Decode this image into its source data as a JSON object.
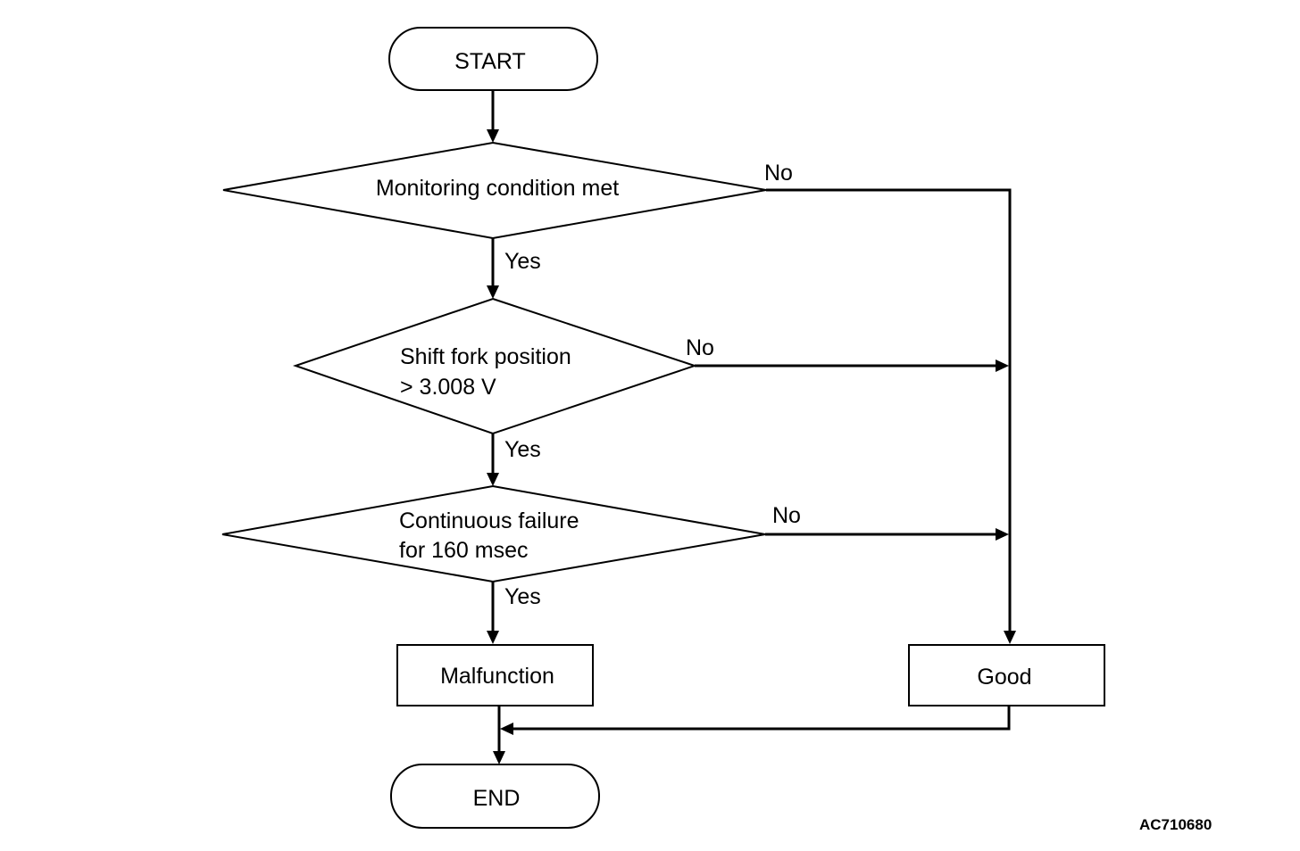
{
  "nodes": {
    "start": {
      "label": "START"
    },
    "monitoring": {
      "label": "Monitoring condition met"
    },
    "shift_fork": {
      "line1": "Shift fork position",
      "line2": "> 3.008 V"
    },
    "continuous": {
      "line1": "Continuous failure",
      "line2": "for 160 msec"
    },
    "malfunction": {
      "label": "Malfunction"
    },
    "good": {
      "label": "Good"
    },
    "end": {
      "label": "END"
    }
  },
  "branches": {
    "monitoring_yes": "Yes",
    "monitoring_no": "No",
    "shift_fork_yes": "Yes",
    "shift_fork_no": "No",
    "continuous_yes": "Yes",
    "continuous_no": "No"
  },
  "figure_id": "AC710680"
}
